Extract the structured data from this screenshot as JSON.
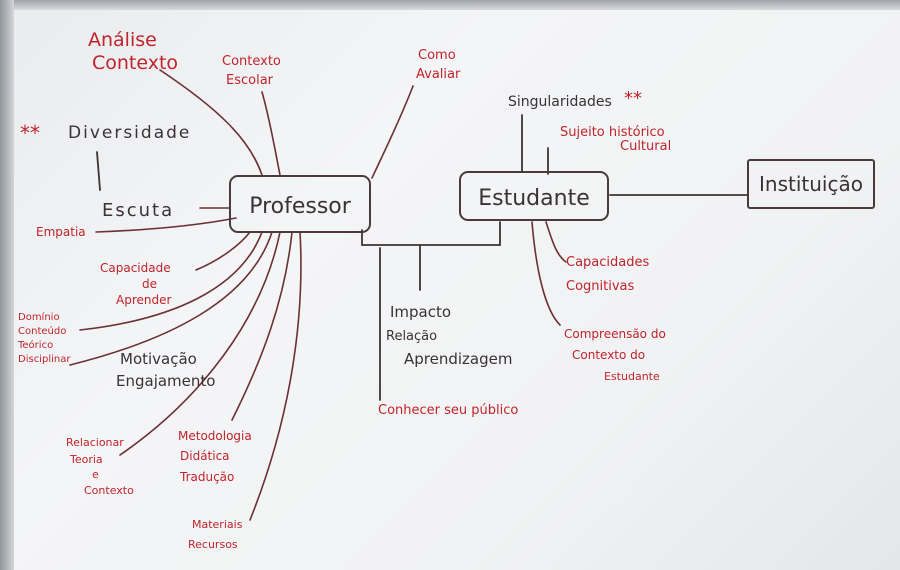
{
  "nodes": {
    "professor": "Professor",
    "estudante": "Estudante",
    "instituicao": "Instituição"
  },
  "labels": {
    "analise_contexto_1": "Análise",
    "analise_contexto_2": "Contexto",
    "contexto_escolar_1": "Contexto",
    "contexto_escolar_2": "Escolar",
    "como_avaliar_1": "Como",
    "como_avaliar_2": "Avaliar",
    "diversidade_marks": "**",
    "diversidade": "Diversidade",
    "escuta": "Escuta",
    "empatia": "Empatia",
    "capacidade_1": "Capacidade",
    "capacidade_2": "de",
    "capacidade_3": "Aprender",
    "dominio_1": "Domínio",
    "dominio_2": "Conteúdo",
    "dominio_3": "Teórico",
    "dominio_4": "Disciplinar",
    "motivacao_1": "Motivação",
    "motivacao_2": "Engajamento",
    "relacionar_1": "Relacionar",
    "relacionar_2": "Teoria",
    "relacionar_3": "e",
    "relacionar_4": "Contexto",
    "metodologia_1": "Metodologia",
    "metodologia_2": "Didática",
    "metodologia_3": "Tradução",
    "materiais_1": "Materiais",
    "materiais_2": "Recursos",
    "impacto_1": "Impacto",
    "impacto_2": "Relação",
    "impacto_3": "Aprendizagem",
    "conhecer": "Conhecer seu público",
    "singularidades": "Singularidades",
    "singularidades_marks": "**",
    "sujeito_1": "Sujeito histórico",
    "sujeito_2": "Cultural",
    "capacidades_1": "Capacidades",
    "capacidades_2": "Cognitivas",
    "compreensao_1": "Compreensão do",
    "compreensao_2": "Contexto do",
    "compreensao_3": "Estudante"
  }
}
